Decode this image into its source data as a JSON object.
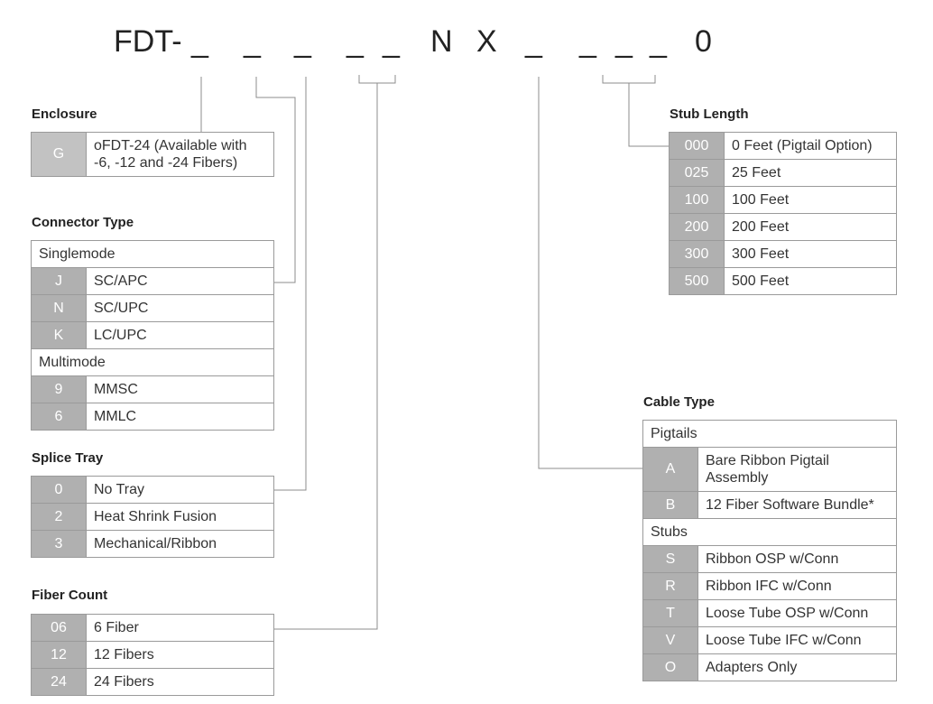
{
  "part_number": {
    "prefix": "FDT-",
    "slots": [
      "_",
      "_",
      "_",
      "_",
      "_",
      "N",
      "X",
      "_",
      "_",
      "_",
      "_",
      "0"
    ]
  },
  "enclosure": {
    "heading": "Enclosure",
    "rows": [
      {
        "code": "G",
        "desc": "oFDT-24 (Available with -6, -12 and -24 Fibers)"
      }
    ]
  },
  "connector_type": {
    "heading": "Connector Type",
    "groups": [
      {
        "name": "Singlemode",
        "rows": [
          {
            "code": "J",
            "desc": "SC/APC"
          },
          {
            "code": "N",
            "desc": "SC/UPC"
          },
          {
            "code": "K",
            "desc": "LC/UPC"
          }
        ]
      },
      {
        "name": "Multimode",
        "rows": [
          {
            "code": "9",
            "desc": "MMSC"
          },
          {
            "code": "6",
            "desc": "MMLC"
          }
        ]
      }
    ]
  },
  "splice_tray": {
    "heading": "Splice Tray",
    "rows": [
      {
        "code": "0",
        "desc": "No Tray"
      },
      {
        "code": "2",
        "desc": "Heat Shrink Fusion"
      },
      {
        "code": "3",
        "desc": "Mechanical/Ribbon"
      }
    ]
  },
  "fiber_count": {
    "heading": "Fiber Count",
    "rows": [
      {
        "code": "06",
        "desc": "6 Fiber"
      },
      {
        "code": "12",
        "desc": "12 Fibers"
      },
      {
        "code": "24",
        "desc": "24 Fibers"
      }
    ]
  },
  "stub_length": {
    "heading": "Stub Length",
    "rows": [
      {
        "code": "000",
        "desc": "0 Feet (Pigtail Option)"
      },
      {
        "code": "025",
        "desc": "25 Feet"
      },
      {
        "code": "100",
        "desc": "100 Feet"
      },
      {
        "code": "200",
        "desc": "200 Feet"
      },
      {
        "code": "300",
        "desc": "300 Feet"
      },
      {
        "code": "500",
        "desc": "500 Feet"
      }
    ]
  },
  "cable_type": {
    "heading": "Cable Type",
    "groups": [
      {
        "name": "Pigtails",
        "rows": [
          {
            "code": "A",
            "desc": "Bare Ribbon Pigtail Assembly"
          },
          {
            "code": "B",
            "desc": "12 Fiber Software Bundle*"
          }
        ]
      },
      {
        "name": "Stubs",
        "rows": [
          {
            "code": "S",
            "desc": "Ribbon OSP w/Conn"
          },
          {
            "code": "R",
            "desc": "Ribbon IFC w/Conn"
          },
          {
            "code": "T",
            "desc": "Loose Tube OSP w/Conn"
          },
          {
            "code": "V",
            "desc": "Loose Tube IFC w/Conn"
          },
          {
            "code": "O",
            "desc": "Adapters Only"
          }
        ]
      }
    ]
  },
  "colors": {
    "code_cell": "#b0b0b0",
    "border": "#9a9a9a",
    "connector_line": "#8c8c8c"
  }
}
